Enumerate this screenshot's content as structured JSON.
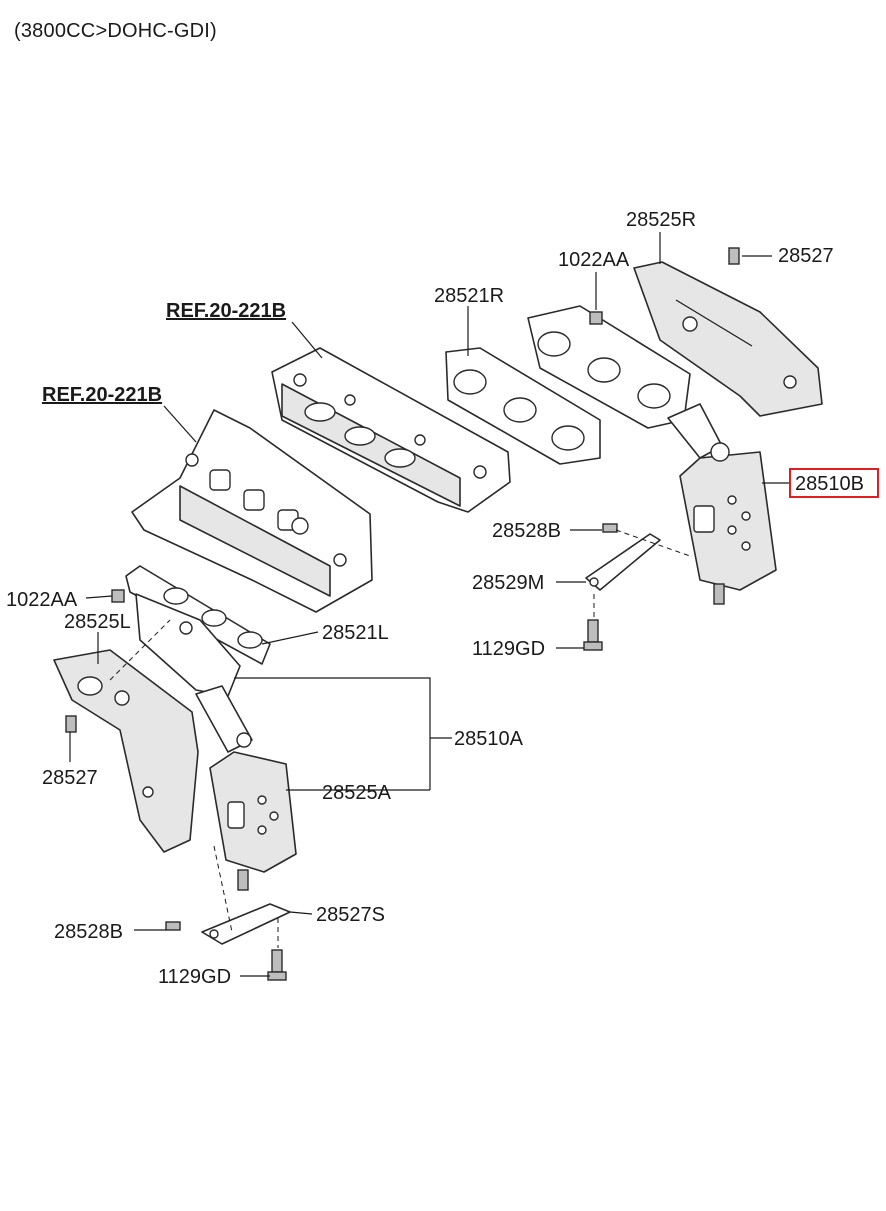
{
  "header": {
    "engine_label": "(3800CC>DOHC-GDI)"
  },
  "refs": {
    "ref_upper": "REF.20-221B",
    "ref_lower": "REF.20-221B"
  },
  "labels": {
    "p28525R": "28525R",
    "p28527_top": "28527",
    "p1022AA_top": "1022AA",
    "p28521R": "28521R",
    "p28510B": "28510B",
    "p28528B_top": "28528B",
    "p28529M": "28529M",
    "p1129GD_top": "1129GD",
    "p1022AA_left": "1022AA",
    "p28525L": "28525L",
    "p28521L": "28521L",
    "p28510A": "28510A",
    "p28527_left": "28527",
    "p28525A": "28525A",
    "p28528B_bottom": "28528B",
    "p28527S": "28527S",
    "p1129GD_bottom": "1129GD"
  },
  "highlight_color": "#e02020"
}
